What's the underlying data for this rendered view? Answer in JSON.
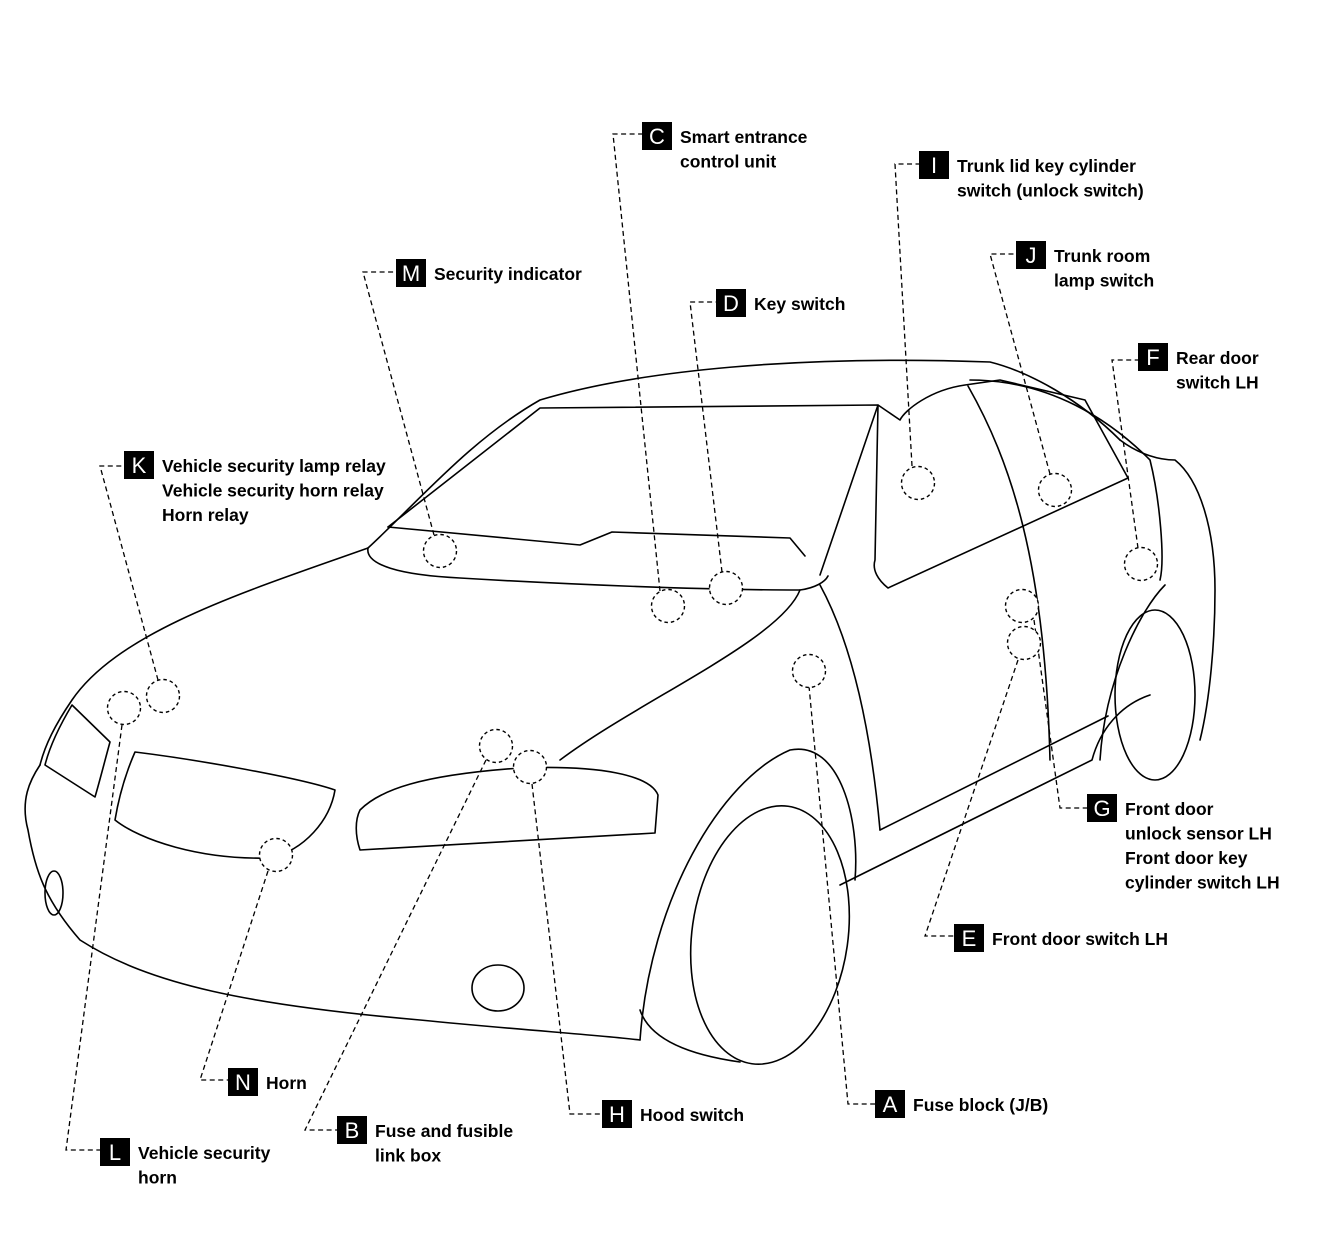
{
  "components": [
    {
      "id": "A",
      "lines": [
        "Fuse block (J/B)"
      ]
    },
    {
      "id": "B",
      "lines": [
        "Fuse and fusible",
        "link box"
      ]
    },
    {
      "id": "C",
      "lines": [
        "Smart entrance",
        "control unit"
      ]
    },
    {
      "id": "D",
      "lines": [
        "Key switch"
      ]
    },
    {
      "id": "E",
      "lines": [
        "Front door switch LH"
      ]
    },
    {
      "id": "F",
      "lines": [
        "Rear door",
        "switch LH"
      ]
    },
    {
      "id": "G",
      "lines": [
        "Front door",
        "unlock sensor LH",
        "Front door key",
        "cylinder switch LH"
      ]
    },
    {
      "id": "H",
      "lines": [
        "Hood switch"
      ]
    },
    {
      "id": "I",
      "lines": [
        "Trunk lid key cylinder",
        "switch (unlock switch)"
      ]
    },
    {
      "id": "J",
      "lines": [
        "Trunk room",
        "lamp switch"
      ]
    },
    {
      "id": "K",
      "lines": [
        "Vehicle security lamp relay",
        "Vehicle security horn relay",
        "Horn relay"
      ]
    },
    {
      "id": "L",
      "lines": [
        "Vehicle security",
        "horn"
      ]
    },
    {
      "id": "M",
      "lines": [
        "Security indicator"
      ]
    },
    {
      "id": "N",
      "lines": [
        "Horn"
      ]
    }
  ]
}
